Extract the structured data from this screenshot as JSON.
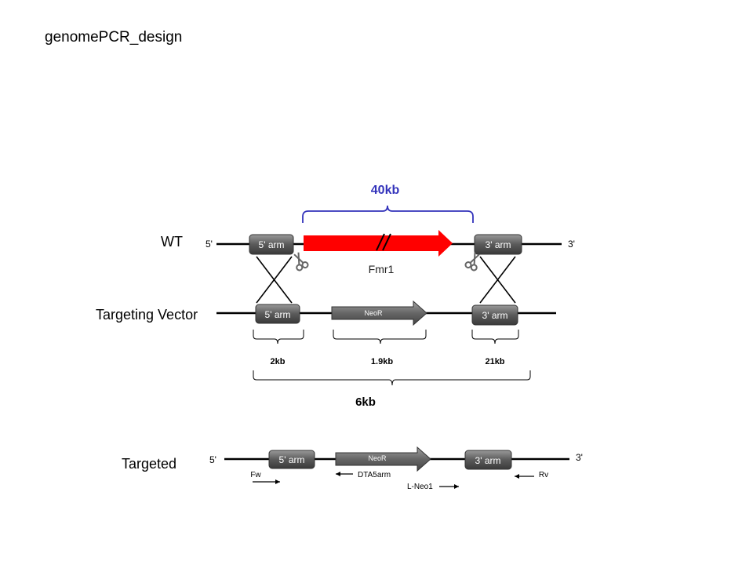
{
  "slide": {
    "title": "genomePCR_design"
  },
  "rows": {
    "wt": {
      "label": "WT",
      "five_prime": "5'",
      "three_prime": "3'",
      "five_arm": "5' arm",
      "three_arm": "3' arm",
      "gene": "Fmr1",
      "gene_color": "#ff0000",
      "gene_size": "40kb",
      "gene_size_color": "#3333bb"
    },
    "vector": {
      "label": "Targeting Vector",
      "five_arm": "5' arm",
      "neo": "NeoR",
      "three_arm": "3' arm",
      "size_five": "2kb",
      "size_neo": "1.9kb",
      "size_three": "21kb",
      "size_total": "6kb"
    },
    "targeted": {
      "label": "Targeted",
      "five_prime": "5'",
      "three_prime": "3'",
      "five_arm": "5' arm",
      "neo": "NeoR",
      "three_arm": "3' arm",
      "primers": {
        "fw": "Fw",
        "dta": "DTA5arm",
        "lneo": "L-Neo1",
        "rv": "Rv"
      }
    }
  },
  "icons": [
    "scissors-icon",
    "scissors-icon"
  ],
  "colors": {
    "arm_fill": "#555555",
    "neo_fill": "#666666",
    "line": "#000000"
  }
}
